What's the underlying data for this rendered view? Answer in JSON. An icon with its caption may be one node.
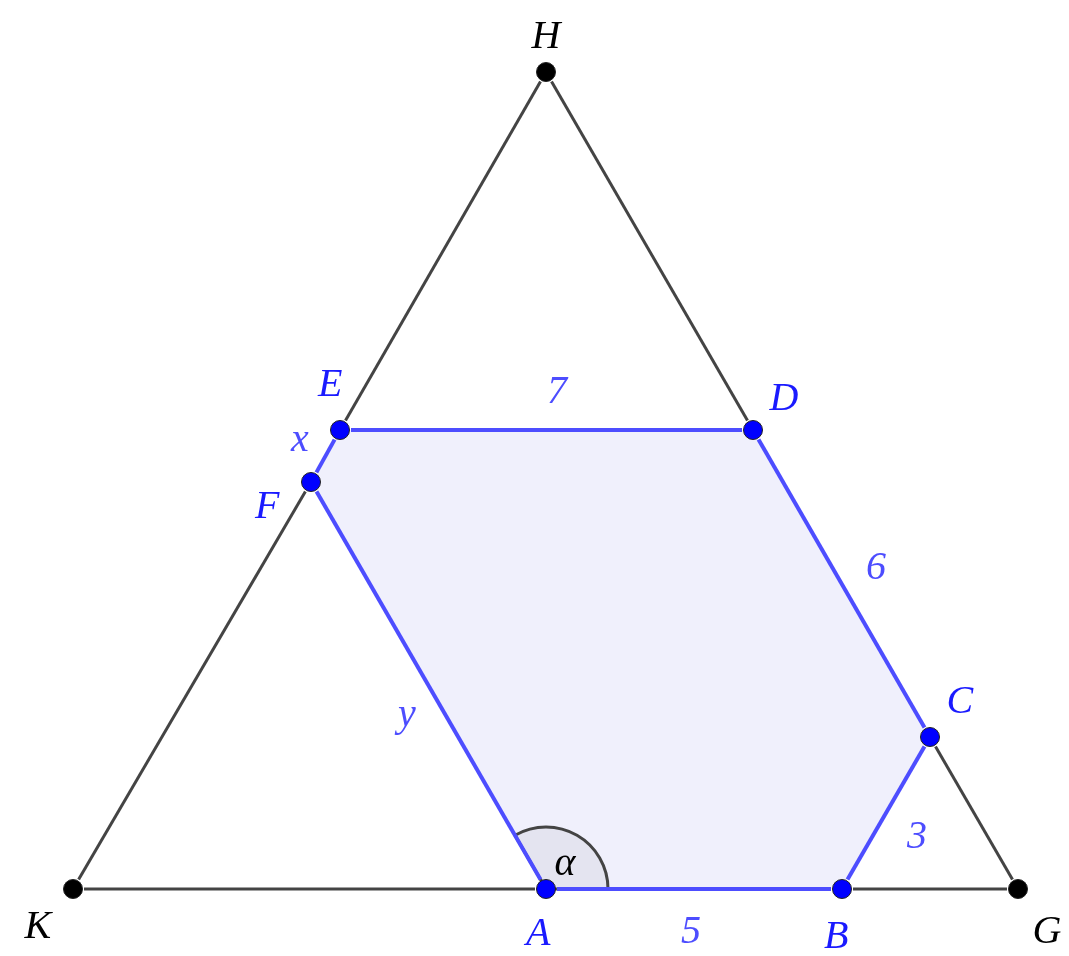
{
  "diagram": {
    "nodes": [
      {
        "text": [
          "H"
        ]
      },
      {
        "text": [
          "E"
        ]
      },
      {
        "text": [
          "D"
        ]
      },
      {
        "text": [
          "F"
        ]
      },
      {
        "text": [
          "C"
        ]
      },
      {
        "text": [
          "K"
        ]
      },
      {
        "text": [
          "A"
        ]
      },
      {
        "text": [
          "B"
        ]
      },
      {
        "text": [
          "G"
        ]
      }
    ],
    "edges": [
      {
        "from": 0,
        "to": 1,
        "arrow": "none"
      },
      {
        "from": 0,
        "to": 2,
        "arrow": "none"
      },
      {
        "from": 1,
        "to": 2,
        "arrow": "none",
        "label": "7",
        "color": "#4d4dff"
      },
      {
        "from": 1,
        "to": 3,
        "arrow": "none",
        "label": "x",
        "color": "#4d4dff"
      },
      {
        "from": 3,
        "to": 5,
        "arrow": "none"
      },
      {
        "from": 2,
        "to": 4,
        "arrow": "none",
        "label": "6",
        "color": "#4d4dff"
      },
      {
        "from": 4,
        "to": 8,
        "arrow": "none"
      },
      {
        "from": 3,
        "to": 6,
        "arrow": "none",
        "label": "y",
        "color": "#4d4dff"
      },
      {
        "from": 5,
        "to": 6,
        "arrow": "none"
      },
      {
        "from": 6,
        "to": 7,
        "arrow": "none",
        "label": "5",
        "color": "#4d4dff"
      },
      {
        "from": 7,
        "to": 8,
        "arrow": "none"
      },
      {
        "from": 4,
        "to": 7,
        "arrow": "none",
        "label": "3",
        "color": "#4d4dff"
      }
    ],
    "labels": [
      "α"
    ]
  }
}
